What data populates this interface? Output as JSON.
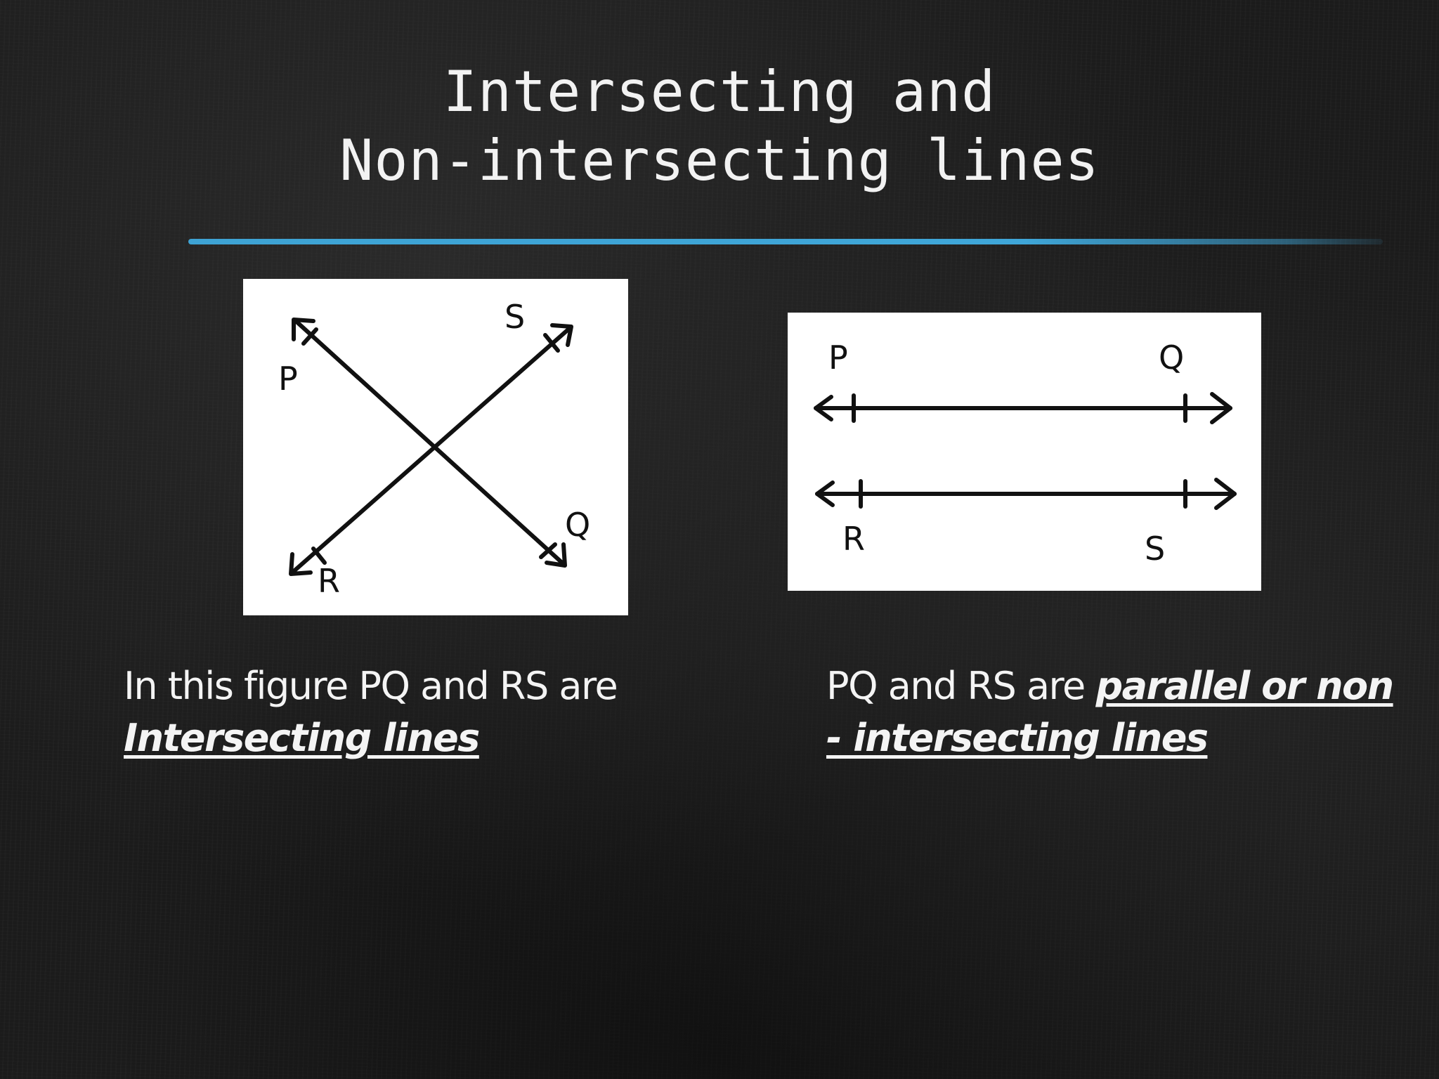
{
  "slide": {
    "title_line1": "Intersecting and",
    "title_line2": "Non-intersecting lines"
  },
  "figure_left": {
    "labels": {
      "p": "P",
      "q": "Q",
      "r": "R",
      "s": "S"
    }
  },
  "figure_right": {
    "labels": {
      "p": "P",
      "q": "Q",
      "r": "R",
      "s": "S"
    }
  },
  "caption_left": {
    "text": "In this figure PQ and RS are",
    "emphasis": "Intersecting lines"
  },
  "caption_right": {
    "text": "PQ and RS are",
    "emphasis": "parallel or non - intersecting lines"
  },
  "colors": {
    "accent_rule": "#3ea3d4",
    "text": "#f4f4f4",
    "background": "#1b1b1b"
  }
}
